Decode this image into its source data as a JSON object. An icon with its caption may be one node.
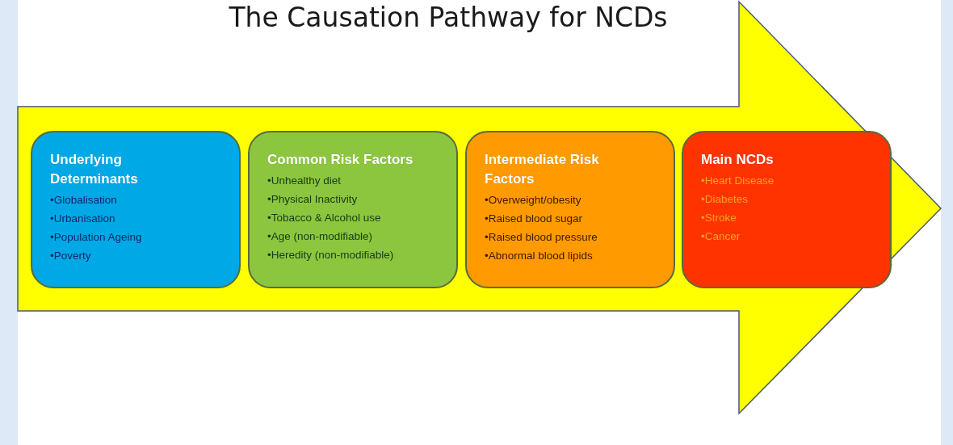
{
  "diagram": {
    "title": "The Causation Pathway for NCDs",
    "nodes": [
      {
        "text": [
          "Underlying Determinants",
          "•Globalisation",
          "•Urbanisation",
          "•Population Ageing",
          "•Poverty"
        ]
      },
      {
        "text": [
          "Common Risk Factors",
          "•Unhealthy diet",
          "•Physical Inactivity",
          "•Tobacco & Alcohol use",
          "•Age (non-modifiable)",
          "•Heredity (non-modifiable)"
        ]
      },
      {
        "text": [
          "Intermediate Risk Factors",
          "•Overweight/obesity",
          "•Raised blood sugar",
          "•Raised blood pressure",
          "•Abnormal blood lipids"
        ]
      },
      {
        "text": [
          "Main NCDs",
          "•Heart Disease",
          "•Diabetes",
          "•Stroke",
          "•Cancer"
        ]
      }
    ]
  }
}
